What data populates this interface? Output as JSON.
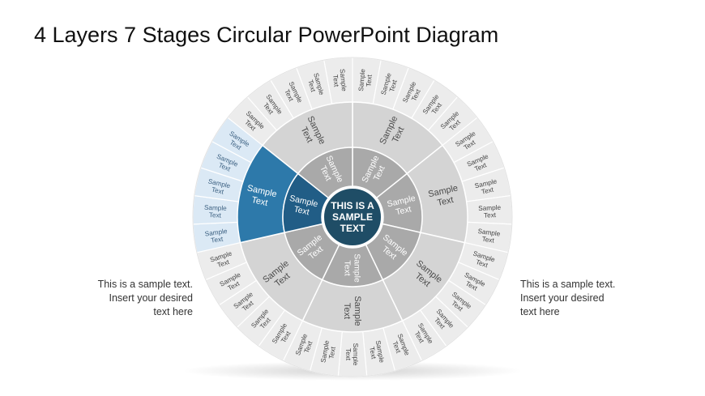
{
  "title": "4 Layers 7 Stages Circular PowerPoint Diagram",
  "left_text": "This is a sample text. Insert your desired text here",
  "right_text": "This is a sample text. Insert your desired text here",
  "center": {
    "lines": [
      "THIS IS A",
      "SAMPLE",
      "TEXT"
    ]
  },
  "stages": [
    {
      "label": "Sample Text",
      "inner_label": "Sample Text",
      "outer_labels": [
        "Sample Text",
        "Sample Text",
        "Sample Text",
        "Sample Text",
        "Sample Text"
      ]
    },
    {
      "label": "Sample Text",
      "inner_label": "Sample Text",
      "outer_labels": [
        "Sample Text",
        "Sample Text",
        "Sample Text",
        "Sample Text",
        "Sample Text"
      ]
    },
    {
      "label": "Sample Text",
      "inner_label": "Sample Text",
      "outer_labels": [
        "Sample Text",
        "Sample Text",
        "Sample Text",
        "Sample Text",
        "Sample Text"
      ]
    },
    {
      "label": "Sample Text",
      "inner_label": "Sample Text",
      "outer_labels": [
        "Sample Text",
        "Sample Text",
        "Sample Text",
        "Sample Text",
        "Sample Text"
      ]
    },
    {
      "label": "Sample Text",
      "inner_label": "Sample Text",
      "outer_labels": [
        "Sample Text",
        "Sample Text",
        "Sample Text",
        "Sample Text",
        "Sample Text"
      ]
    },
    {
      "label": "Sample Text",
      "inner_label": "Sample Text",
      "outer_labels": [
        "Sample Text",
        "Sample Text",
        "Sample Text",
        "Sample Text",
        "Sample Text"
      ]
    },
    {
      "label": "Sample Text",
      "inner_label": "Sample Text",
      "outer_labels": [
        "Sample Text",
        "Sample Text",
        "Sample Text",
        "Sample Text",
        "Sample Text"
      ]
    }
  ],
  "highlighted_stage": 5,
  "colors": {
    "outer_ring": "#ececec",
    "outer_ring_highlight": "#dbe9f5",
    "ring3": "#d4d4d4",
    "ring2": "#a9a9a9",
    "center": "#1f4d66",
    "highlight": "#2d79aa",
    "highlight_inner": "#215d86",
    "divider": "#ffffff"
  }
}
